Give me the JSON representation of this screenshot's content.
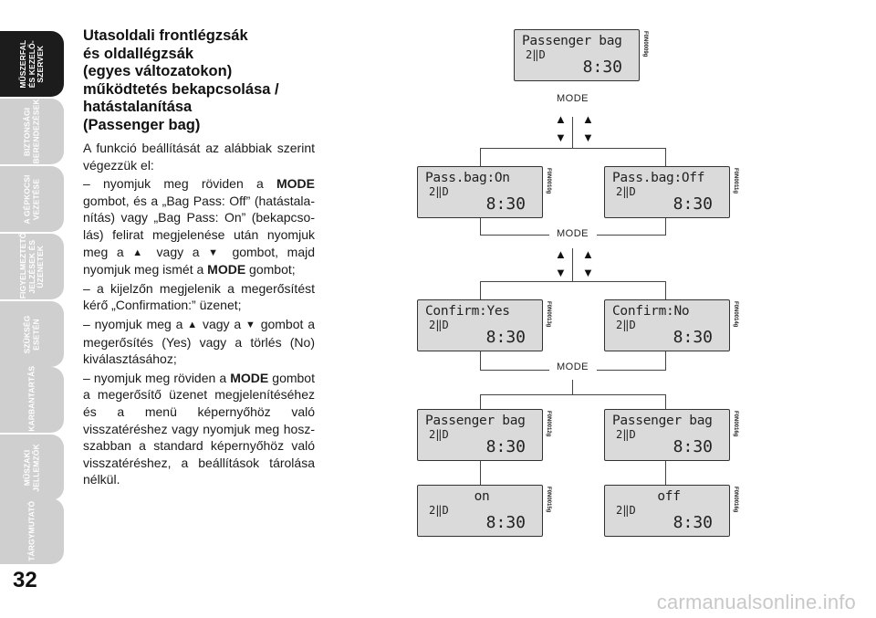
{
  "sidebar": {
    "tabs": [
      {
        "label": "MŰSZERFAL\nÉS KEZELŐ-\nSZERVEK",
        "active": true
      },
      {
        "label": "BIZTONSÁGI\nBERENDEZÉSEK",
        "active": false
      },
      {
        "label": "A GÉPKOCSI\nVEZETÉSE",
        "active": false
      },
      {
        "label": "FIGYELMEZTETŐ\nJELZÉSEK ÉS\nÜZENETEK",
        "active": false
      },
      {
        "label": "SZÜKSÉG\nESETÉN",
        "active": false
      },
      {
        "label": "KARBANTARTÁS",
        "active": false
      },
      {
        "label": "MŰSZAKI\nJELLEMZŐK",
        "active": false
      },
      {
        "label": "TÁRGYMUTATÓ",
        "active": false
      }
    ],
    "page_number": "32"
  },
  "content": {
    "heading_lines": [
      "Utasoldali frontlégzsák",
      "és oldallégzsák",
      "(egyes változatokon)",
      "működtetés bekapcsolása /",
      "hatástalanítása",
      "(Passenger bag)"
    ],
    "intro": "A funkció beállítását az alábbiak szerint végezzük el:",
    "step1": {
      "a": "– nyomjuk meg röviden a ",
      "kw1": "MODE",
      "b": " gombot, és a „Bag Pass: Off” (hatástala­nítás) vagy „Bag Pass: On” (bekapcso­lás) felirat megjelenése után nyomjuk meg a ",
      "up": "▲",
      "c": " vagy a ",
      "down": "▼",
      "d": " gombot, majd nyomjuk meg ismét a ",
      "kw2": "MODE",
      "e": " gombot;"
    },
    "step2": "– a kijelzőn megjelenik a megerősítést kérő „Confirmation:” üzenet;",
    "step3": {
      "a": "– nyomjuk meg a ",
      "up": "▲",
      "b": " vagy a ",
      "down": "▼",
      "c": " gombot a megerősítés (Yes) vagy a törlés (No) kiválasztásához;"
    },
    "step4": {
      "a": "– nyomjuk meg röviden a ",
      "kw": "MODE",
      "b": " gombot a megerősítő üzenet megjele­nítéséhez és a menü képernyőhöz való visszatéréshez vagy nyomjuk meg hosz­szabban a standard képernyőhöz való visszatéréshez, a beállítások tárolása nélkül."
    }
  },
  "diagram": {
    "mode_label": "MODE",
    "arrow_up": "▲",
    "arrow_down": "▼",
    "gear_glyph": "2‖D",
    "time": "8:30",
    "screens": {
      "top": {
        "line1": "Passenger bag",
        "code": "F0N0009g"
      },
      "pass_on": {
        "line1": "Pass.bag:On",
        "code": "F0N0010g"
      },
      "pass_off": {
        "line1": "Pass.bag:Off",
        "code": "F0N0011g"
      },
      "confirm_yes": {
        "line1": "Confirm:Yes",
        "code": "F0N0013g"
      },
      "confirm_no": {
        "line1": "Confirm:No",
        "code": "F0N0014g"
      },
      "pb_left": {
        "line1": "Passenger bag",
        "code": "F0N0012g"
      },
      "pb_right": {
        "line1": "Passenger bag",
        "code": "F0N0016g"
      },
      "on": {
        "line1": "on",
        "code": "F0N0015g"
      },
      "off": {
        "line1": "off",
        "code": "F0N0016g"
      }
    }
  },
  "watermark": "carmanualsonline.info"
}
